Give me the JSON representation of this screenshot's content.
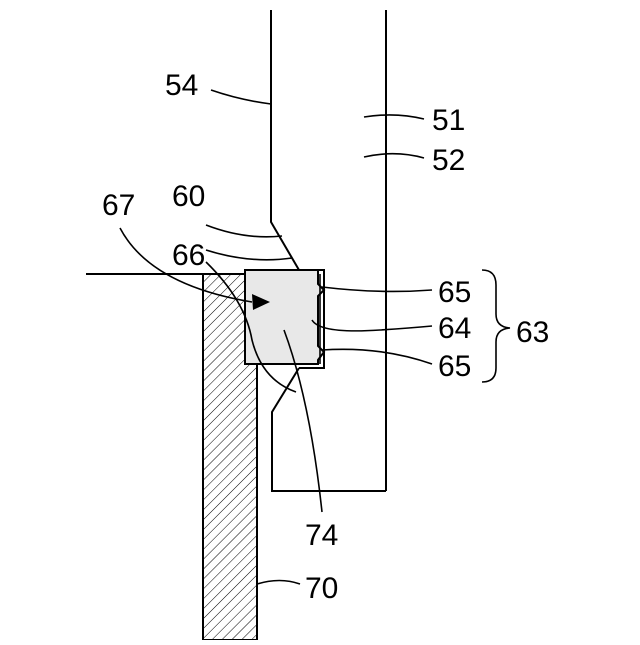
{
  "labels": {
    "l51": "51",
    "l52": "52",
    "l54": "54",
    "l60": "60",
    "l63": "63",
    "l64": "64",
    "l65a": "65",
    "l65b": "65",
    "l66": "66",
    "l67": "67",
    "l70": "70",
    "l74": "74"
  },
  "colors": {
    "ink": "#000000",
    "background": "#ffffff",
    "block_fill": "#e8e8e8"
  }
}
